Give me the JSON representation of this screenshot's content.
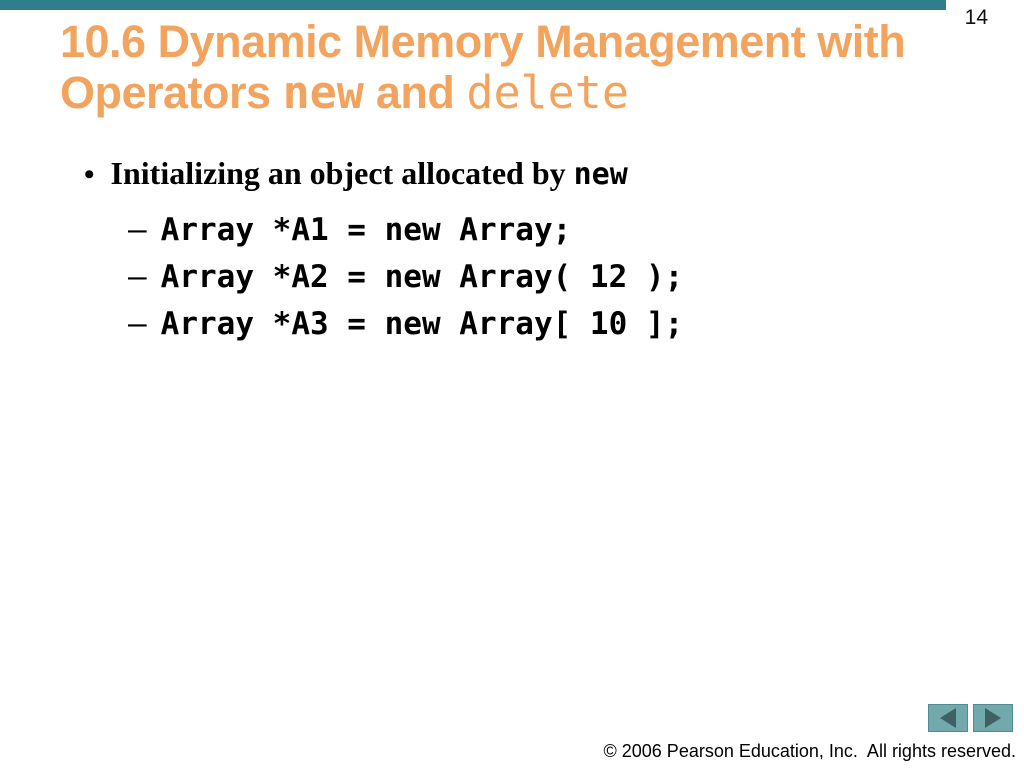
{
  "page": {
    "number": "14"
  },
  "colors": {
    "accent_orange": "#f2a45f",
    "top_bar_teal": "#2e7e8c",
    "nav_button_teal": "#72a9ad",
    "nav_arrow_dark": "#3f6164",
    "text_black": "#000000"
  },
  "title": {
    "line1": "10.6 Dynamic Memory Management with",
    "line2_prefix": "Operators ",
    "line2_code1": "new",
    "line2_mid": " and ",
    "line2_code2": "delete"
  },
  "content": {
    "bullet": {
      "glyph": "•",
      "prefix": "Initializing an object allocated by ",
      "code": "new"
    },
    "sub_items": [
      {
        "dash": "–",
        "code": "Array *A1 = new Array;"
      },
      {
        "dash": "–",
        "code": "Array *A2 = new Array( 12 );"
      },
      {
        "dash": "–",
        "code": "Array *A3 = new Array[ 10 ];"
      }
    ]
  },
  "nav": {
    "back_icon": "left-arrow",
    "forward_icon": "right-arrow"
  },
  "footer": {
    "copyright": "© 2006 Pearson Education, Inc.  All rights reserved."
  }
}
